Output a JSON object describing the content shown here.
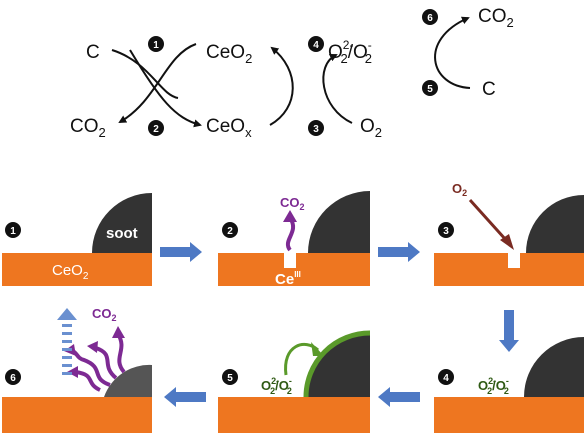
{
  "colors": {
    "orange": "#ee7620",
    "soot": "#333333",
    "blue_arrow": "#4e79c4",
    "purple": "#7d2a93",
    "dark_red": "#7a2b22",
    "green": "#5a9a2a",
    "dark_green": "#2f5a14"
  },
  "top": {
    "c_left": "C",
    "co2_left_main": "CO",
    "co2_left_sub": "2",
    "ceo2_main": "CeO",
    "ceo2_sub": "2",
    "ceox_main": "CeO",
    "ceox_sub": "x",
    "o2_main": "O",
    "o2_sub": "2",
    "sup_o2_2m": "2-",
    "sub_o2": "2",
    "slash": "/O",
    "sup_o2_m": "-",
    "co2_right_main": "CO",
    "co2_right_sub": "2",
    "c_right": "C",
    "steps": [
      "1",
      "2",
      "3",
      "4",
      "5",
      "6"
    ]
  },
  "panels": {
    "numbers": [
      "1",
      "2",
      "3",
      "4",
      "5",
      "6"
    ],
    "soot": "soot",
    "ceo2_main": "CeO",
    "ceo2_sub": "2",
    "ce3_main": "Ce",
    "ce3_sup": "III",
    "co2_main": "CO",
    "co2_sub": "2",
    "o2_main": "O",
    "o2_sub": "2",
    "superox_o": "O",
    "superox_sup1": "2-",
    "superox_sub1": "2",
    "superox_slash": "/O",
    "superox_sup2": "-",
    "superox_sub2": "2"
  }
}
